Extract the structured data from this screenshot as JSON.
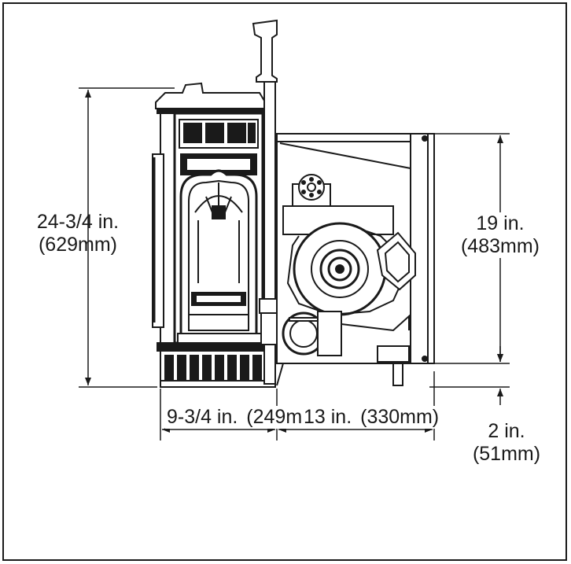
{
  "dimensions": {
    "height_overall": {
      "imperial": "24-3/4 in.",
      "metric": "(629mm)"
    },
    "height_back": {
      "imperial": "19 in.",
      "metric": "(483mm)"
    },
    "width_front": {
      "imperial": "9-3/4 in.",
      "metric": "(249mm)"
    },
    "width_back": {
      "imperial": "13 in.",
      "metric": "(330mm)"
    },
    "base_offset": {
      "imperial": "2 in.",
      "metric": "(51mm)"
    }
  },
  "colors": {
    "line": "#1a1a1a",
    "background": "#ffffff"
  }
}
